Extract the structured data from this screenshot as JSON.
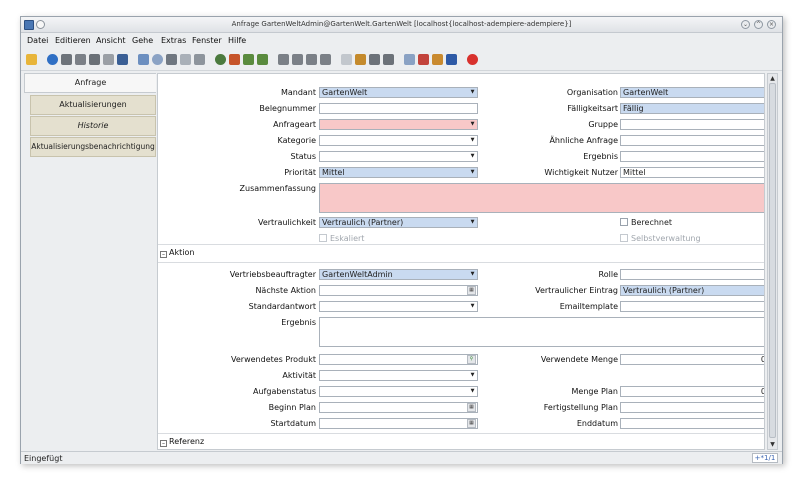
{
  "window": {
    "title": "Anfrage  GartenWeltAdmin@GartenWelt.GartenWelt [localhost{localhost-adempiere-adempiere}]"
  },
  "menu": [
    "Datei",
    "Editieren",
    "Ansicht",
    "Gehe",
    "Extras",
    "Fenster",
    "Hilfe"
  ],
  "tabs": [
    {
      "label": "Anfrage",
      "active": true
    },
    {
      "label": "Aktualisierungen",
      "active": false
    },
    {
      "label": "Historie",
      "active": false
    },
    {
      "label": "Aktualisierungsbenachrichtigung",
      "active": false
    }
  ],
  "form": {
    "mandant": {
      "label": "Mandant",
      "value": "GartenWelt"
    },
    "organisation": {
      "label": "Organisation",
      "value": "GartenWelt"
    },
    "belegnummer": {
      "label": "Belegnummer",
      "value": ""
    },
    "faelligkeitsart": {
      "label": "Fälligkeitsart",
      "value": "Fällig"
    },
    "anfrageart": {
      "label": "Anfrageart",
      "value": ""
    },
    "gruppe": {
      "label": "Gruppe",
      "value": ""
    },
    "kategorie": {
      "label": "Kategorie",
      "value": ""
    },
    "aehnliche_anfrage": {
      "label": "Ähnliche Anfrage",
      "value": ""
    },
    "status": {
      "label": "Status",
      "value": ""
    },
    "ergebnis_top": {
      "label": "Ergebnis",
      "value": ""
    },
    "prioritaet": {
      "label": "Priorität",
      "value": "Mittel"
    },
    "wichtigkeit_nutzer": {
      "label": "Wichtigkeit Nutzer",
      "value": "Mittel"
    },
    "zusammenfassung": {
      "label": "Zusammenfassung",
      "value": ""
    },
    "vertraulichkeit": {
      "label": "Vertraulichkeit",
      "value": "Vertraulich (Partner)"
    },
    "berechnet": {
      "label": "Berechnet"
    },
    "eskaliert": {
      "label": "Eskaliert"
    },
    "selbstverwaltung": {
      "label": "Selbstverwaltung"
    }
  },
  "section_aktion": {
    "title": "Aktion",
    "vertriebsbeauftragter": {
      "label": "Vertriebsbeauftragter",
      "value": "GartenWeltAdmin"
    },
    "rolle": {
      "label": "Rolle",
      "value": ""
    },
    "naechste_aktion": {
      "label": "Nächste Aktion",
      "value": ""
    },
    "vertraulicher_eintrag": {
      "label": "Vertraulicher Eintrag",
      "value": "Vertraulich (Partner)"
    },
    "standardantwort": {
      "label": "Standardantwort",
      "value": ""
    },
    "emailtemplate": {
      "label": "Emailtemplate",
      "value": ""
    },
    "ergebnis": {
      "label": "Ergebnis",
      "value": ""
    },
    "verwendetes_produkt": {
      "label": "Verwendetes Produkt",
      "value": ""
    },
    "verwendete_menge": {
      "label": "Verwendete Menge",
      "value": "0"
    },
    "aktivitaet": {
      "label": "Aktivität",
      "value": ""
    },
    "aufgabenstatus": {
      "label": "Aufgabenstatus",
      "value": ""
    },
    "menge_plan": {
      "label": "Menge Plan",
      "value": "0"
    },
    "beginn_plan": {
      "label": "Beginn Plan",
      "value": ""
    },
    "fertigstellung_plan": {
      "label": "Fertigstellung Plan",
      "value": ""
    },
    "startdatum": {
      "label": "Startdatum",
      "value": ""
    },
    "enddatum": {
      "label": "Enddatum",
      "value": ""
    }
  },
  "section_referenz": {
    "title": "Referenz"
  },
  "status_bar": {
    "text": "Eingefügt",
    "record": "+*1/1"
  }
}
